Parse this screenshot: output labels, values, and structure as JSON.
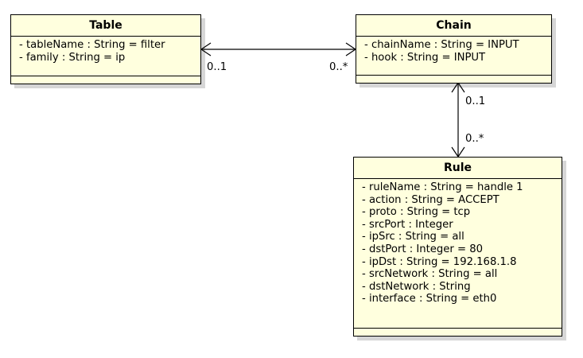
{
  "classes": {
    "table": {
      "name": "Table",
      "attributes": [
        "- tableName : String = filter",
        "- family : String = ip"
      ]
    },
    "chain": {
      "name": "Chain",
      "attributes": [
        "- chainName : String = INPUT",
        "- hook : String = INPUT"
      ]
    },
    "rule": {
      "name": "Rule",
      "attributes": [
        "- ruleName : String = handle 1",
        "- action : String = ACCEPT",
        "- proto : String = tcp",
        "- srcPort : Integer",
        "- ipSrc : String = all",
        "- dstPort : Integer = 80",
        "- ipDst : String = 192.168.1.8",
        "- srcNetwork : String = all",
        "- dstNetwork : String",
        "- interface : String = eth0"
      ]
    }
  },
  "associations": {
    "table_chain": {
      "table_end": "0..1",
      "chain_end": "0..*"
    },
    "chain_rule": {
      "chain_end": "0..1",
      "rule_end": "0..*"
    }
  }
}
